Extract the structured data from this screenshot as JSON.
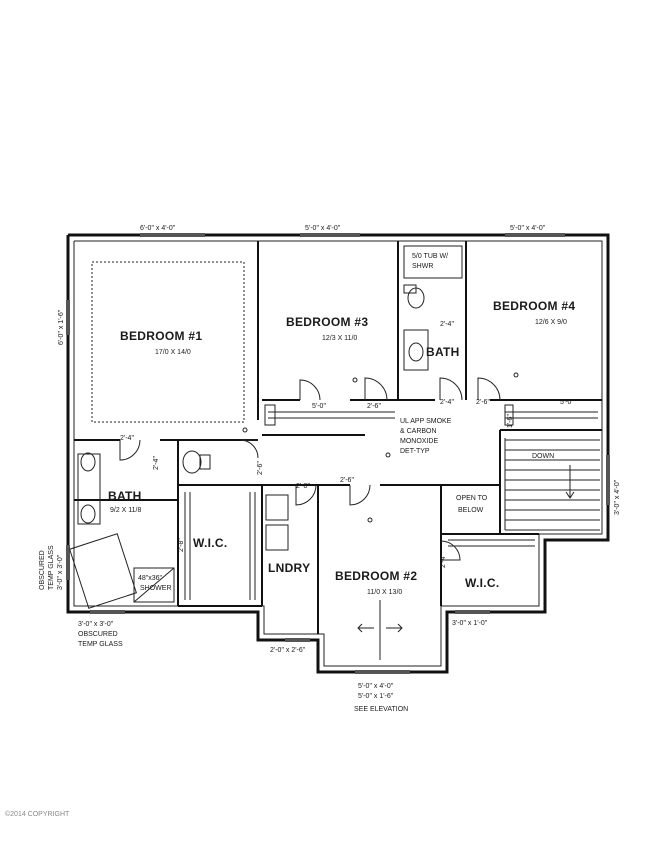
{
  "rooms": {
    "bedroom1": {
      "name": "BEDROOM #1",
      "size": "17/0 X 14/0"
    },
    "bedroom3": {
      "name": "BEDROOM #3",
      "size": "12/3 X 11/0"
    },
    "bedroom4": {
      "name": "BEDROOM #4",
      "size": "12/6 X 9/0"
    },
    "bath_hall": {
      "name": "BATH"
    },
    "bath_master": {
      "name": "BATH",
      "size": "9/2 X 11/8"
    },
    "wic_master": {
      "name": "W.I.C."
    },
    "laundry": {
      "name": "LNDRY"
    },
    "bedroom2": {
      "name": "BEDROOM #2",
      "size": "11/0 X 13/0"
    },
    "wic_bed2": {
      "name": "W.I.C."
    }
  },
  "windows": {
    "w_bed1_top": "6'-0\" x 4'-0\"",
    "w_bed3_top": "5'-0\" x 4'-0\"",
    "w_bed4_top": "5'-0\" x 4'-0\"",
    "w_bed1_side": "6'-0\" x 1'-6\"",
    "w_right_side": "3'-0\" x 4'-0\"",
    "w_bath_bottom_1": "3'-0\" x 3'-0\"",
    "w_bath_bottom_2": "OBSCURED",
    "w_bath_bottom_3": "TEMP GLASS",
    "w_left_1": "OBSCURED",
    "w_left_2": "TEMP GLASS",
    "w_left_3": "3'-0\" x 3'-0\"",
    "w_laundry_bottom": "2'-0\" x 2'-6\"",
    "w_bed2_bottom_1": "5'-0\" x 4'-0\"",
    "w_bed2_bottom_2": "5'-0\" x 1'-6\"",
    "w_bed2_bottom_3": "SEE ELEVATION",
    "w_wic2_bottom": "3'-0\" x 1'-0\""
  },
  "doors": {
    "d_bath_hall": "2'-4\"",
    "d_bath_hall_2": "2'-4\"",
    "d_bed4": "2'-6\"",
    "d_bed3": "2'-6\"",
    "d_closet3": "5'-0\"",
    "d_closet4": "5'-0\"",
    "d_closet_small": "1'-6\"",
    "d_bed1": "2'-6\"",
    "d_master_bath": "2'-4\"",
    "d_master_bath_2": "2'-4\"",
    "d_wic": "2'-8\"",
    "d_laundry": "2'-8\"",
    "d_bed2": "2'-6\"",
    "d_wic2": "2'-4\""
  },
  "fixtures": {
    "tub": "5/0 TUB W/",
    "tub_2": "SHWR",
    "shower": "48\"x36\"",
    "shower_2": "SHOWER"
  },
  "notes": {
    "smoke_1": "UL APP SMOKE",
    "smoke_2": "& CARBON",
    "smoke_3": "MONOXIDE",
    "smoke_4": "DET-TYP",
    "stair": "DOWN",
    "open_1": "OPEN TO",
    "open_2": "BELOW"
  },
  "copyright": "©2014 COPYRIGHT"
}
